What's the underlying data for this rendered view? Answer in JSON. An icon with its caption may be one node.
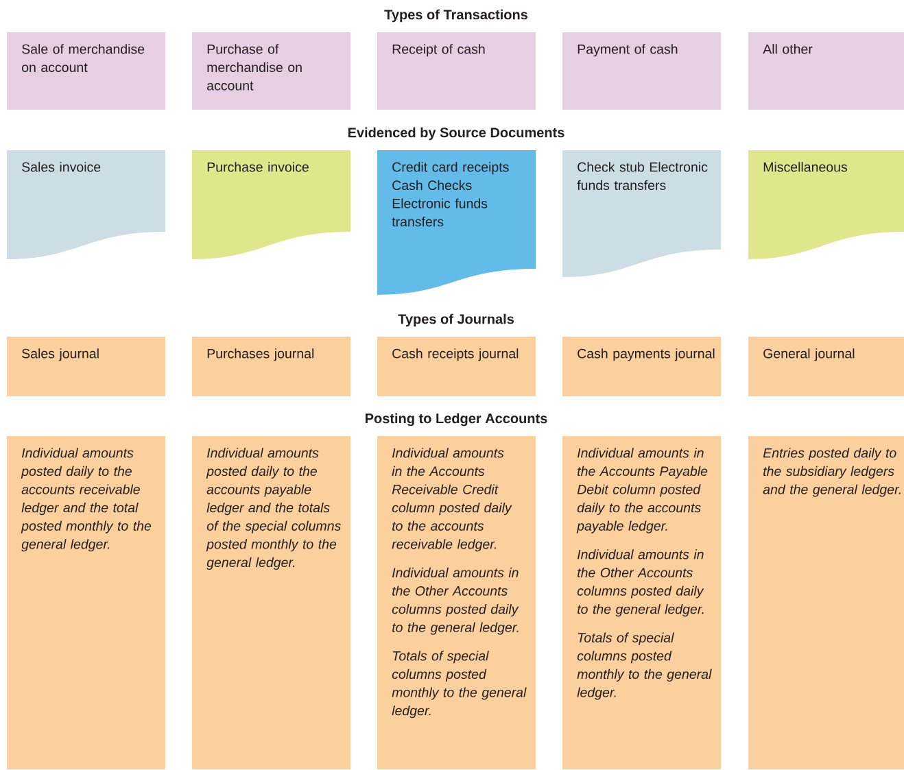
{
  "diagram": {
    "nodes": [
      {
        "text": [
          "Sale of merchandise on account"
        ]
      },
      {
        "text": [
          "Purchase of merchandise on account"
        ]
      },
      {
        "text": [
          "Receipt of cash"
        ]
      },
      {
        "text": [
          "Payment of cash"
        ]
      },
      {
        "text": [
          "All other"
        ]
      },
      {
        "text": [
          "Sales invoice"
        ]
      },
      {
        "text": [
          "Purchase invoice"
        ]
      },
      {
        "text": [
          "Credit card receipts Cash Checks Electronic funds transfers"
        ]
      },
      {
        "text": [
          "Check stub Electronic funds transfers"
        ]
      },
      {
        "text": [
          "Miscellaneous"
        ]
      },
      {
        "text": [
          "Sales journal"
        ]
      },
      {
        "text": [
          "Purchases journal"
        ]
      },
      {
        "text": [
          "Cash receipts journal"
        ]
      },
      {
        "text": [
          "Cash payments journal"
        ]
      },
      {
        "text": [
          "General journal"
        ]
      },
      {
        "text": [
          "Individual amounts posted daily to the accounts receivable ledger and the total posted monthly to the general ledger."
        ]
      },
      {
        "text": [
          "Individual amounts posted daily to the accounts payable ledger and the totals of the special columns posted monthly to the general ledger."
        ]
      },
      {
        "text": [
          "Individual amounts in the Accounts Receivable Credit column posted daily to the accounts receivable ledger.",
          "Individual amounts in the Other Accounts columns posted daily to the general ledger.",
          "Totals of special columns posted monthly to the general ledger."
        ]
      },
      {
        "text": [
          "Individual amounts in the Accounts Payable Debit column posted daily to the accounts payable ledger.",
          "Individual amounts in the Other Accounts columns posted daily to the general ledger.",
          "Totals of special columns posted monthly to the general ledger."
        ]
      },
      {
        "text": [
          "Entries posted daily to the subsidiary ledgers and the general ledger."
        ]
      }
    ],
    "labels": [
      "Types of Transactions",
      "Evidenced by Source Documents",
      "Types of Journals",
      "Posting to Ledger Accounts"
    ]
  }
}
